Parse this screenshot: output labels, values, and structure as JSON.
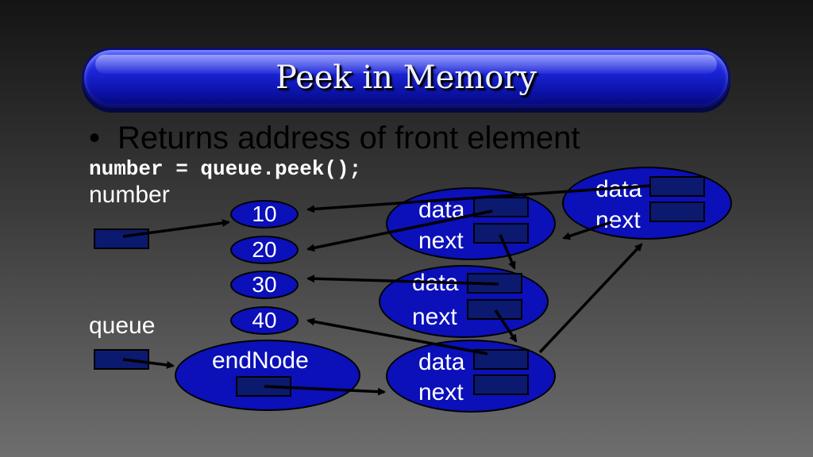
{
  "slide": {
    "title": "Peek in Memory",
    "bullet": "Returns address of front element",
    "code": "number = queue.peek();"
  },
  "variables": {
    "number_label": "number",
    "queue_label": "queue"
  },
  "values": [
    "10",
    "20",
    "30",
    "40"
  ],
  "end_node": {
    "label": "endNode"
  },
  "nodes": [
    {
      "data_label": "data",
      "next_label": "next"
    },
    {
      "data_label": "data",
      "next_label": "next"
    },
    {
      "data_label": "data",
      "next_label": "next"
    },
    {
      "data_label": "data",
      "next_label": "next"
    }
  ],
  "colors": {
    "node_fill": "#0b10b8",
    "field_fill": "#0b1a6e",
    "title_blue": "#1a24d6"
  }
}
